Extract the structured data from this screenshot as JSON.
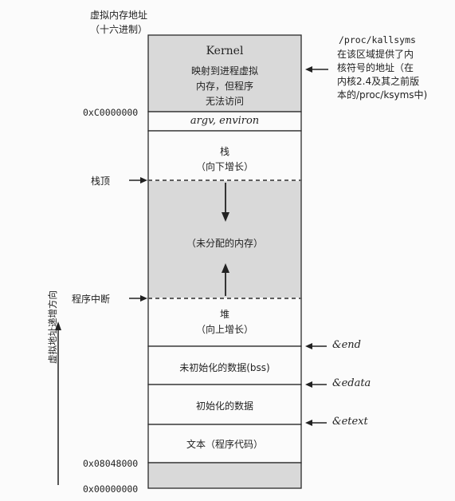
{
  "header": {
    "line1": "虚拟内存地址",
    "line2": "（十六进制）"
  },
  "segments": {
    "kernel": {
      "title": "Kernel",
      "line1": "映射到进程虚拟",
      "line2": "内存，但程序",
      "line3": "无法访问"
    },
    "argv": "argv, environ",
    "stack": {
      "line1": "栈",
      "line2": "（向下增长）"
    },
    "unallocated": "（未分配的内存）",
    "heap": {
      "line1": "堆",
      "line2": "（向上增长）"
    },
    "bss": "未初始化的数据(bss)",
    "data": "初始化的数据",
    "text": "文本（程序代码）"
  },
  "addresses": {
    "kernel_start": "0xC0000000",
    "text_start": "0x08048000",
    "zero": "0x00000000"
  },
  "pointers": {
    "stack_top": "栈顶",
    "program_break": "程序中断"
  },
  "symbols": {
    "end": "&end",
    "edata": "&edata",
    "etext": "&etext"
  },
  "note": {
    "title": "/proc/kallsyms",
    "line1": "在该区域提供了内",
    "line2": "核符号的地址（在",
    "line3": "内核2.4及其之前版",
    "line4": "本的/proc/ksyms中)"
  },
  "axis_label": "虚拟地址递增方向",
  "colors": {
    "shaded": "#d9d9d9",
    "border": "#2a2a2a",
    "background": "#fbfbfb"
  }
}
